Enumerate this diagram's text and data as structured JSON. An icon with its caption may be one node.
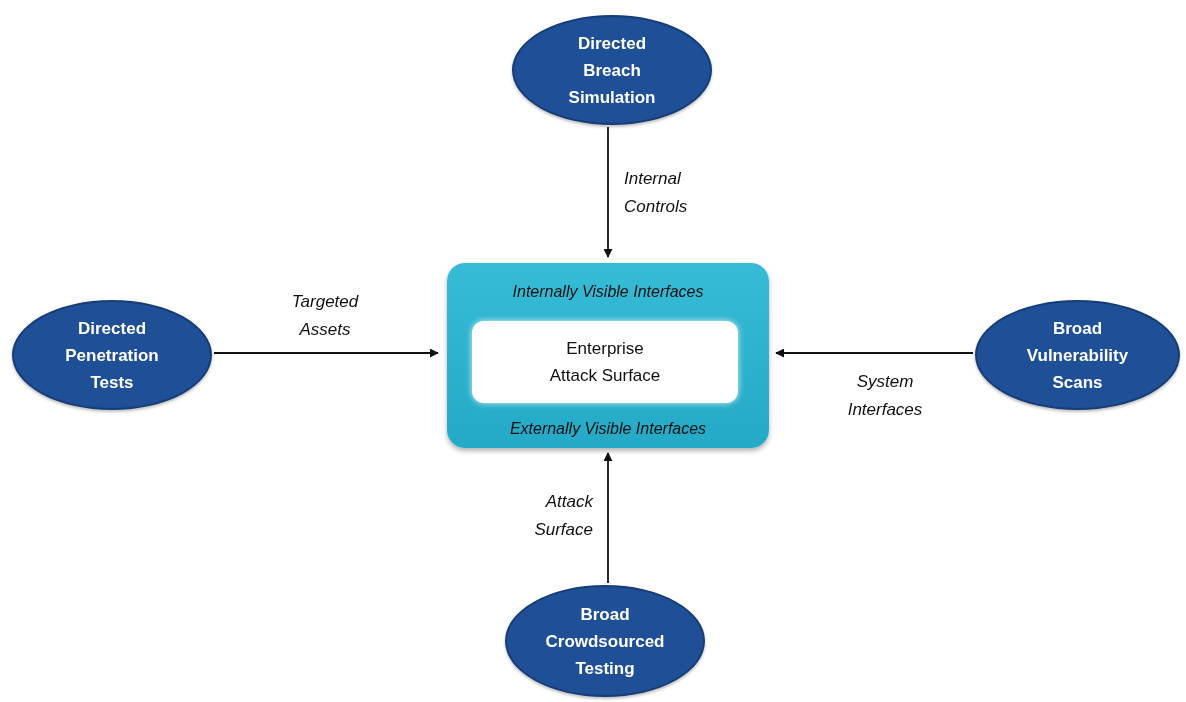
{
  "diagram": {
    "nodes": [
      {
        "text": [
          "Directed Breach Simulation"
        ]
      },
      {
        "text": [
          "Directed Penetration Tests"
        ]
      },
      {
        "text": [
          "Internally Visible Interfaces",
          "Externally Visible Interfaces"
        ]
      },
      {
        "text": [
          "Enterprise Attack Surface"
        ],
        "in": 2
      },
      {
        "text": [
          "Broad Vulnerability Scans"
        ]
      },
      {
        "text": [
          "Broad Crowdsourced Testing"
        ]
      }
    ],
    "edges": [
      {
        "from": 0,
        "to": 2,
        "arrow": "to",
        "label": "Internal Controls"
      },
      {
        "from": 1,
        "to": 2,
        "arrow": "to",
        "label": "Targeted Assets"
      },
      {
        "from": 4,
        "to": 2,
        "arrow": "to",
        "label": "System Interfaces"
      },
      {
        "from": 5,
        "to": 2,
        "arrow": "to",
        "label": "Attack Surface"
      }
    ]
  }
}
